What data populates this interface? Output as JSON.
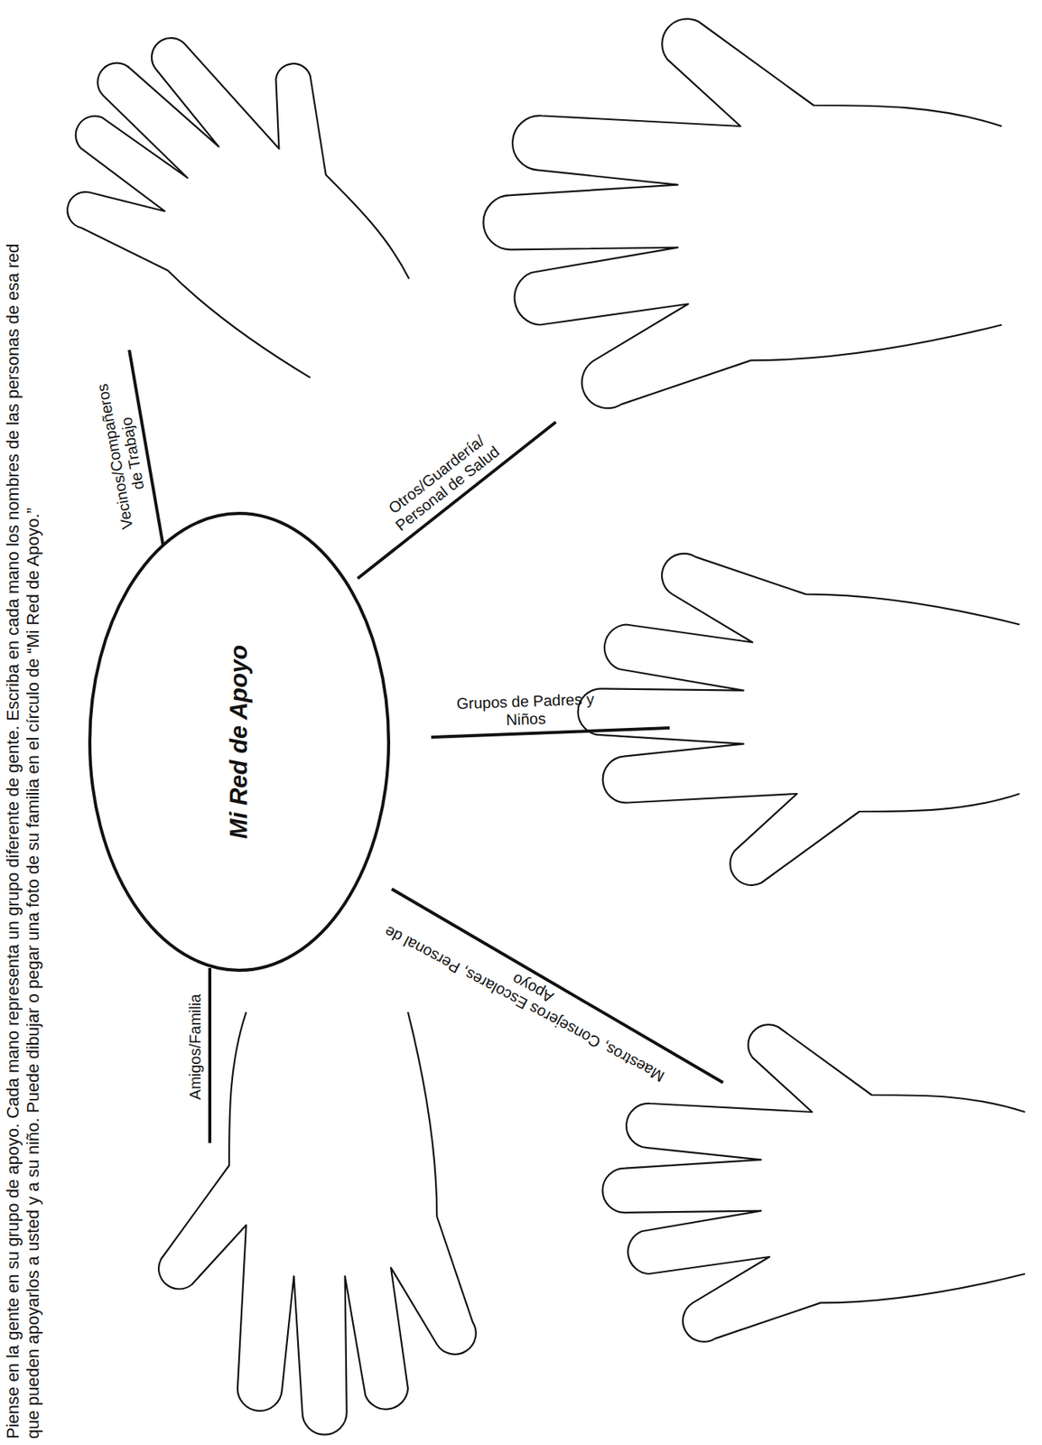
{
  "diagram": {
    "nodes": [
      {
        "text": [
          "Mi Red de Apoyo"
        ]
      }
    ],
    "labels": [
      "Piense en la gente en su grupo de apoyo. Cada mano representa un grupo diferente de gente. Escriba en cada mano los nombres de las personas de esa red que pueden apoyarlos a usted y a su niño. Puede dibujar o pegar una foto de su familia en el círculo de “Mi Red de Apoyo.”",
      "Vecinos/Compañeros de Trabajo",
      "Otros/Guardería/ Personal de Salud",
      "Grupos de Padres y Niños",
      "Maestros, Consejeros Escolares, Personal de Apoyo",
      "Amigos/Familia"
    ]
  }
}
